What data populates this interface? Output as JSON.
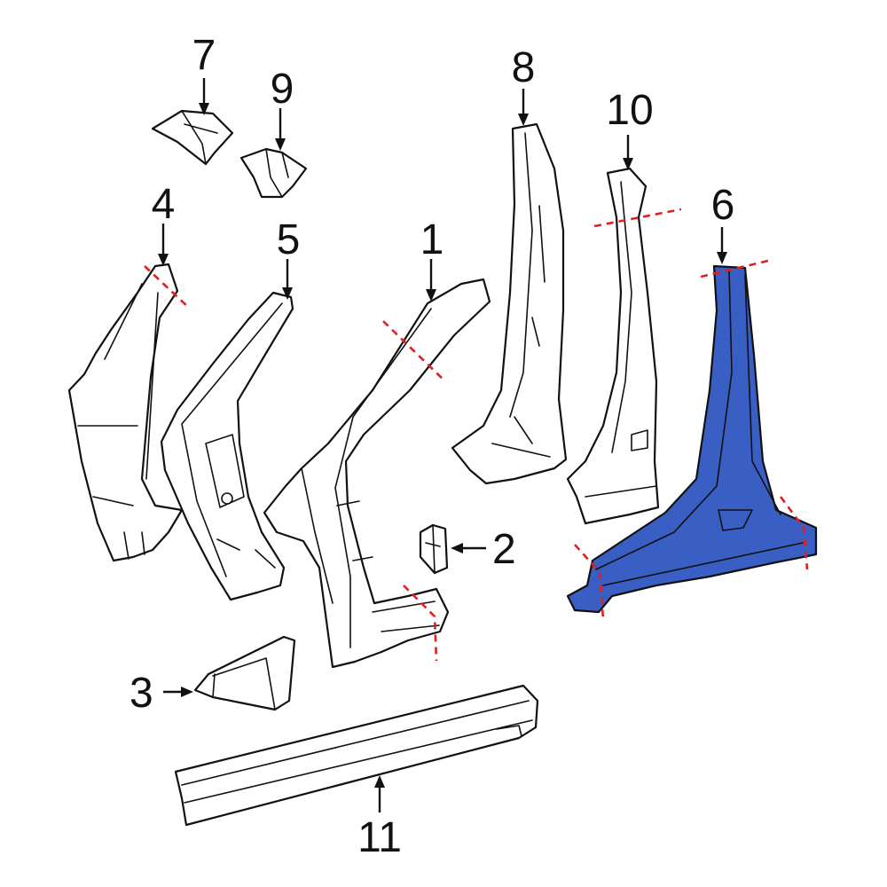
{
  "diagram": {
    "highlight_color": "#3a5fc4",
    "cut_line_color": "#e02020",
    "callouts": {
      "c1": "1",
      "c2": "2",
      "c3": "3",
      "c4": "4",
      "c5": "5",
      "c6": "6",
      "c7": "7",
      "c8": "8",
      "c9": "9",
      "c10": "10",
      "c11": "11"
    }
  }
}
